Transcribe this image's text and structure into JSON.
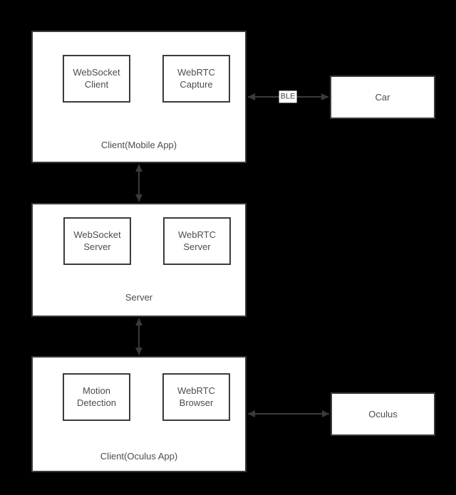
{
  "colors": {
    "background": "#000000",
    "box_fill": "#ffffff",
    "line": "#3b3b3b",
    "text": "#4d4d4d"
  },
  "nodes": {
    "mobile_app": {
      "label": "Client(Mobile App)",
      "modules": [
        {
          "label": "WebSocket Client"
        },
        {
          "label": "WebRTC Capture"
        }
      ]
    },
    "server": {
      "label": "Server",
      "modules": [
        {
          "label": "WebSocket Server"
        },
        {
          "label": "WebRTC Server"
        }
      ]
    },
    "oculus_app": {
      "label": "Client(Oculus App)",
      "modules": [
        {
          "label": "Motion Detection"
        },
        {
          "label": "WebRTC Browser"
        }
      ]
    },
    "car": {
      "label": "Car"
    },
    "oculus": {
      "label": "Oculus"
    }
  },
  "edges": {
    "ble_label": "BLE"
  }
}
